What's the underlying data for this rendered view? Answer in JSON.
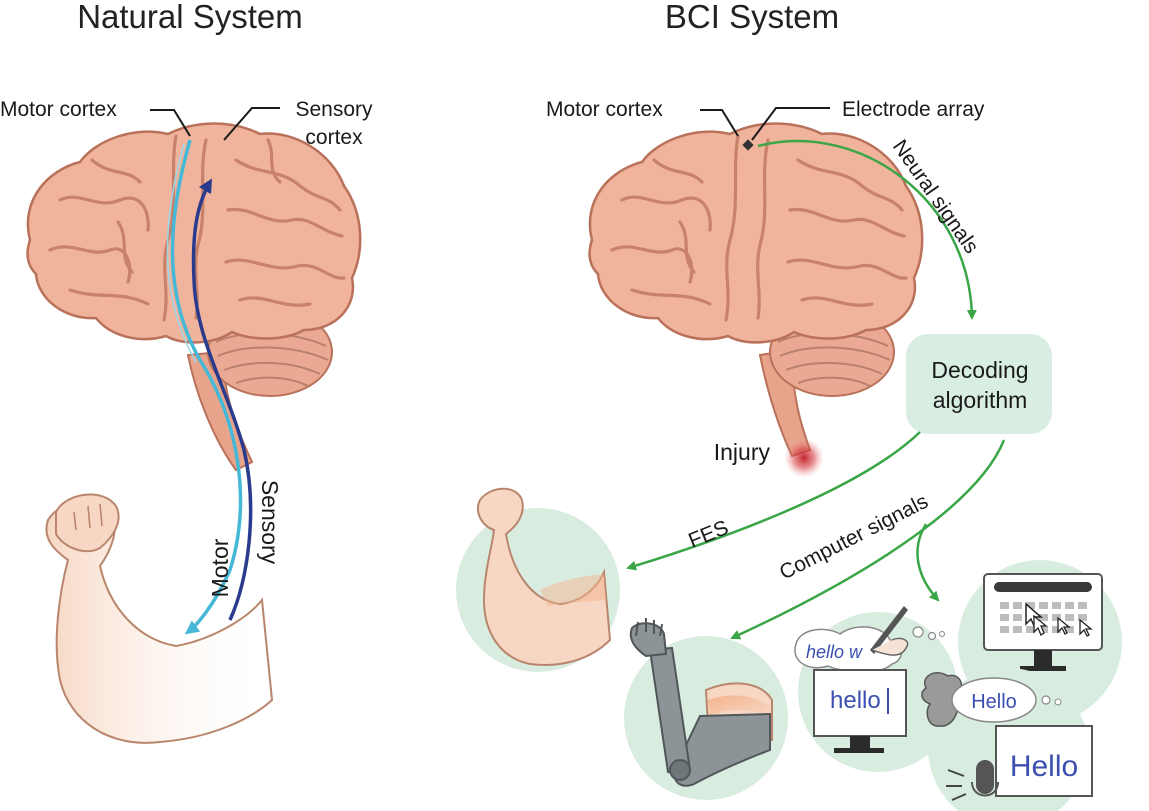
{
  "natural": {
    "title": "Natural System",
    "motor_cortex_label": "Motor cortex",
    "sensory_cortex_label_line1": "Sensory",
    "sensory_cortex_label_line2": "cortex",
    "motor_path_label": "Motor",
    "sensory_path_label": "Sensory"
  },
  "bci": {
    "title": "BCI System",
    "motor_cortex_label": "Motor cortex",
    "electrode_label": "Electrode array",
    "neural_signals_label": "Neural signals",
    "decoder_line1": "Decoding",
    "decoder_line2": "algorithm",
    "injury_label": "Injury",
    "fes_label": "FES",
    "computer_signals_label": "Computer signals",
    "handwriting_text": "hello w",
    "screen1_text": "hello",
    "speech_bubble_text": "Hello",
    "screen2_text": "Hello"
  },
  "colors": {
    "brain": "#f0b39c",
    "brain_outline": "#b9715a",
    "motor_path": "#45b8d8",
    "sensory_path": "#2a3a8c",
    "bci_arrow": "#3aa647",
    "decoder_box": "#d9eee2",
    "circle_bg": "#d8ede0",
    "skin": "#f7d7c3",
    "injury": "#c0282e",
    "prosthetic": "#8c9497"
  }
}
